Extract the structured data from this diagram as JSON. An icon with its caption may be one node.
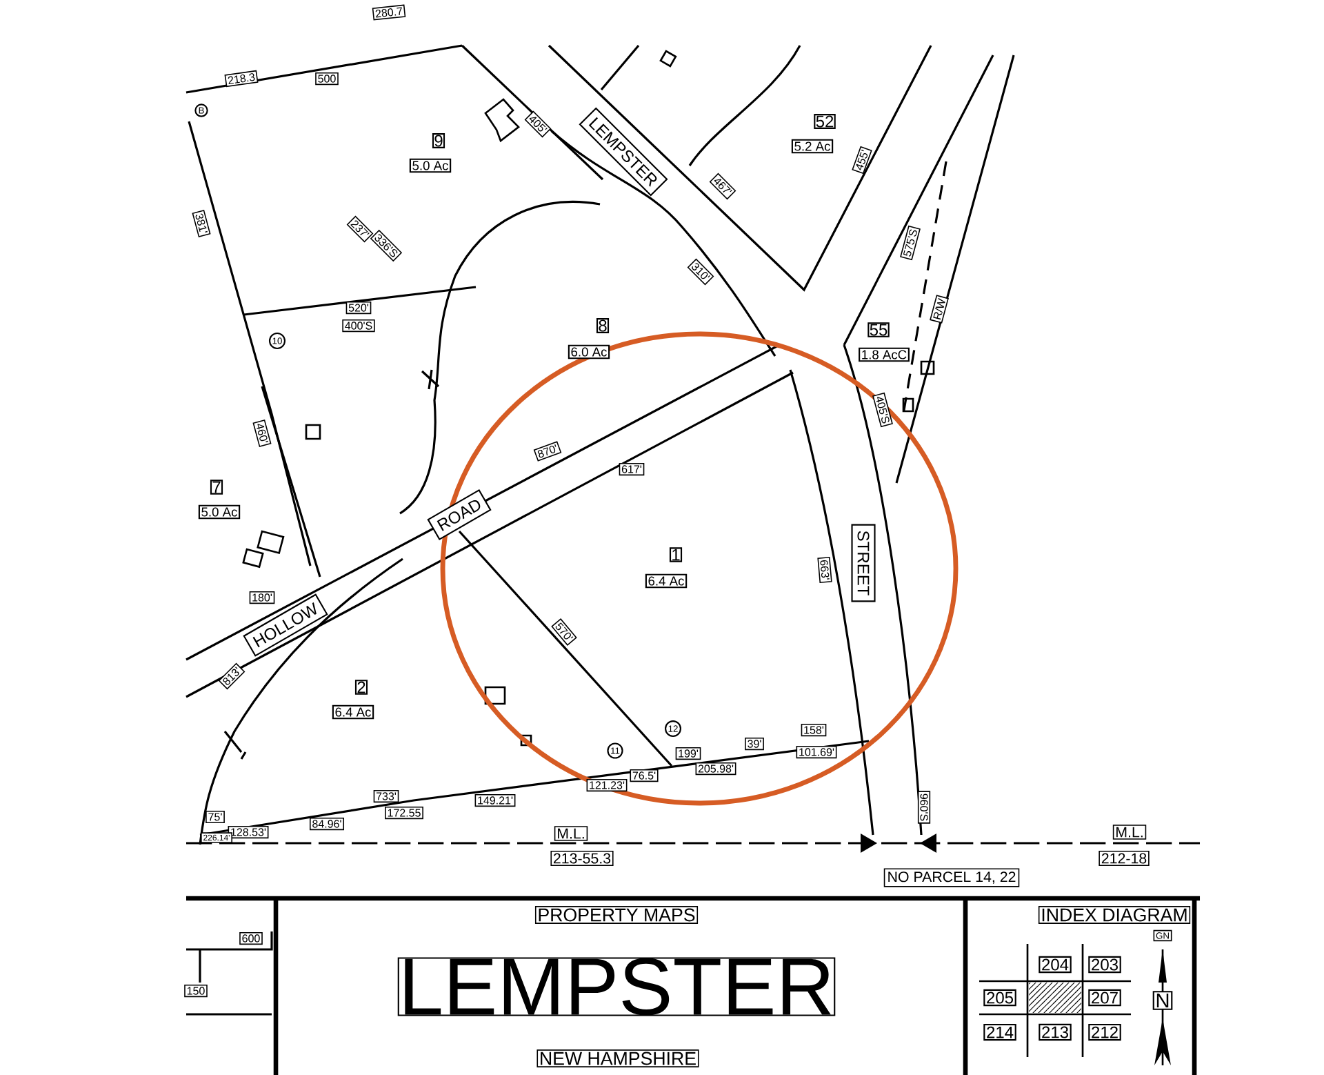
{
  "diagram": {
    "labels": [
      "280.7",
      "218.3",
      "500",
      "B",
      "9",
      "5.0 Ac",
      "405'",
      "LEMPSTER",
      "52",
      "5.2 Ac",
      "455'",
      "467'",
      "381'",
      "237'",
      "336'S",
      "575'S",
      "310'",
      "520'",
      "400'S",
      "10",
      "8",
      "6.0 Ac",
      "55",
      "1.8 AcC",
      "R/W",
      "460'",
      "405'S",
      "870'",
      "617'",
      "7",
      "5.0 Ac",
      "ROAD",
      "180'",
      "HOLLOW",
      "663'",
      "1",
      "6.4 Ac",
      "STREET",
      "570'",
      "813'",
      "2",
      "6.4 Ac",
      "12",
      "11",
      "158'",
      "39'",
      "199'",
      "101.69'",
      "205.98'",
      "76.5'",
      "121.23'",
      "733'",
      "172.55",
      "149.21'",
      "84.96'",
      "75'",
      "128.53'",
      "226.14'",
      "960'S",
      "M.L.",
      "213-55.3",
      "M.L.",
      "212-18",
      "NO PARCEL 14, 22",
      "600",
      "150",
      "PROPERTY MAPS",
      "LEMPSTER",
      "NEW HAMPSHIRE",
      "INDEX DIAGRAM",
      "GN",
      "204",
      "203",
      "205",
      "207",
      "214",
      "213",
      "212",
      "N"
    ]
  }
}
